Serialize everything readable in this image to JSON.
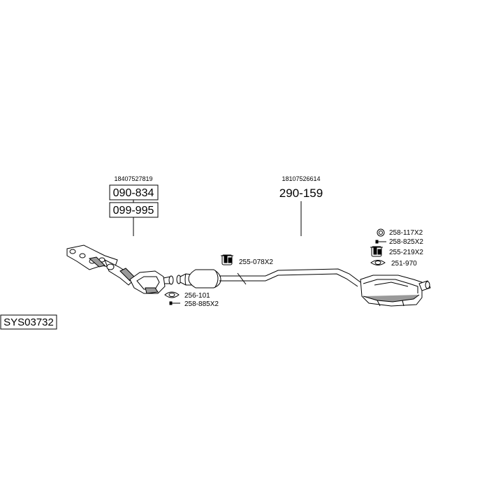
{
  "system_code": "SYS03732",
  "front_group": {
    "oem_number": "18407527819",
    "part_numbers": [
      "090-834",
      "099-995"
    ]
  },
  "rear_group": {
    "oem_number": "18107526614",
    "part_number": "290-159"
  },
  "fittings": {
    "front_gasket": "256-101",
    "front_bolts": "258-885X2",
    "mid_hanger": "255-078X2",
    "rear_ring": "258-117X2",
    "rear_bolts": "258-825X2",
    "rear_hanger": "255-219X2",
    "rear_gasket": "251-970"
  },
  "colors": {
    "line": "#000000",
    "part_fill": "#ffffff",
    "shade": "#9a9a9a"
  }
}
